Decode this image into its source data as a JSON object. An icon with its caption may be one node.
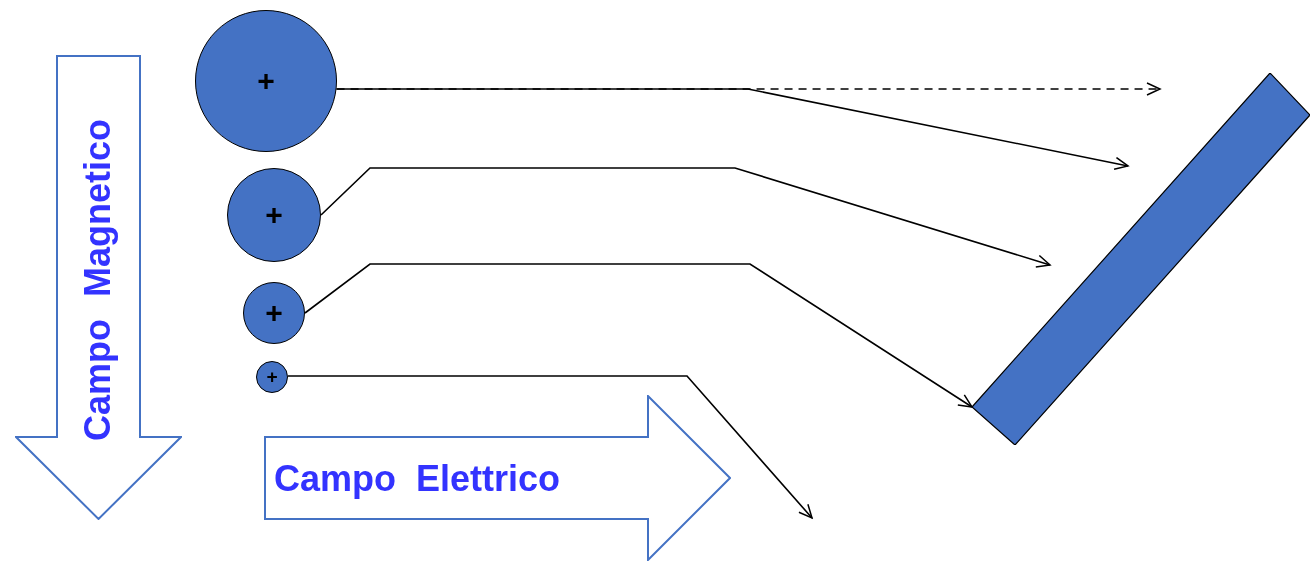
{
  "diagram": {
    "nodes": [
      {
        "text": [
          "+"
        ]
      },
      {
        "text": [
          "+"
        ]
      },
      {
        "text": [
          "+"
        ]
      },
      {
        "text": [
          "+"
        ]
      },
      {
        "text": [],
        "shape": "bar"
      },
      {
        "text": [
          "Campo Magnetico"
        ]
      },
      {
        "text": [
          "Campo Elettrico"
        ]
      }
    ],
    "edges": [
      {
        "from": 0,
        "to": null,
        "arrow": "to",
        "style": "dashed"
      },
      {
        "from": 0,
        "to": null,
        "arrow": "to"
      },
      {
        "from": 1,
        "to": null,
        "arrow": "to"
      },
      {
        "from": 2,
        "to": 4,
        "arrow": "to"
      },
      {
        "from": 3,
        "to": null,
        "arrow": "to"
      }
    ]
  }
}
